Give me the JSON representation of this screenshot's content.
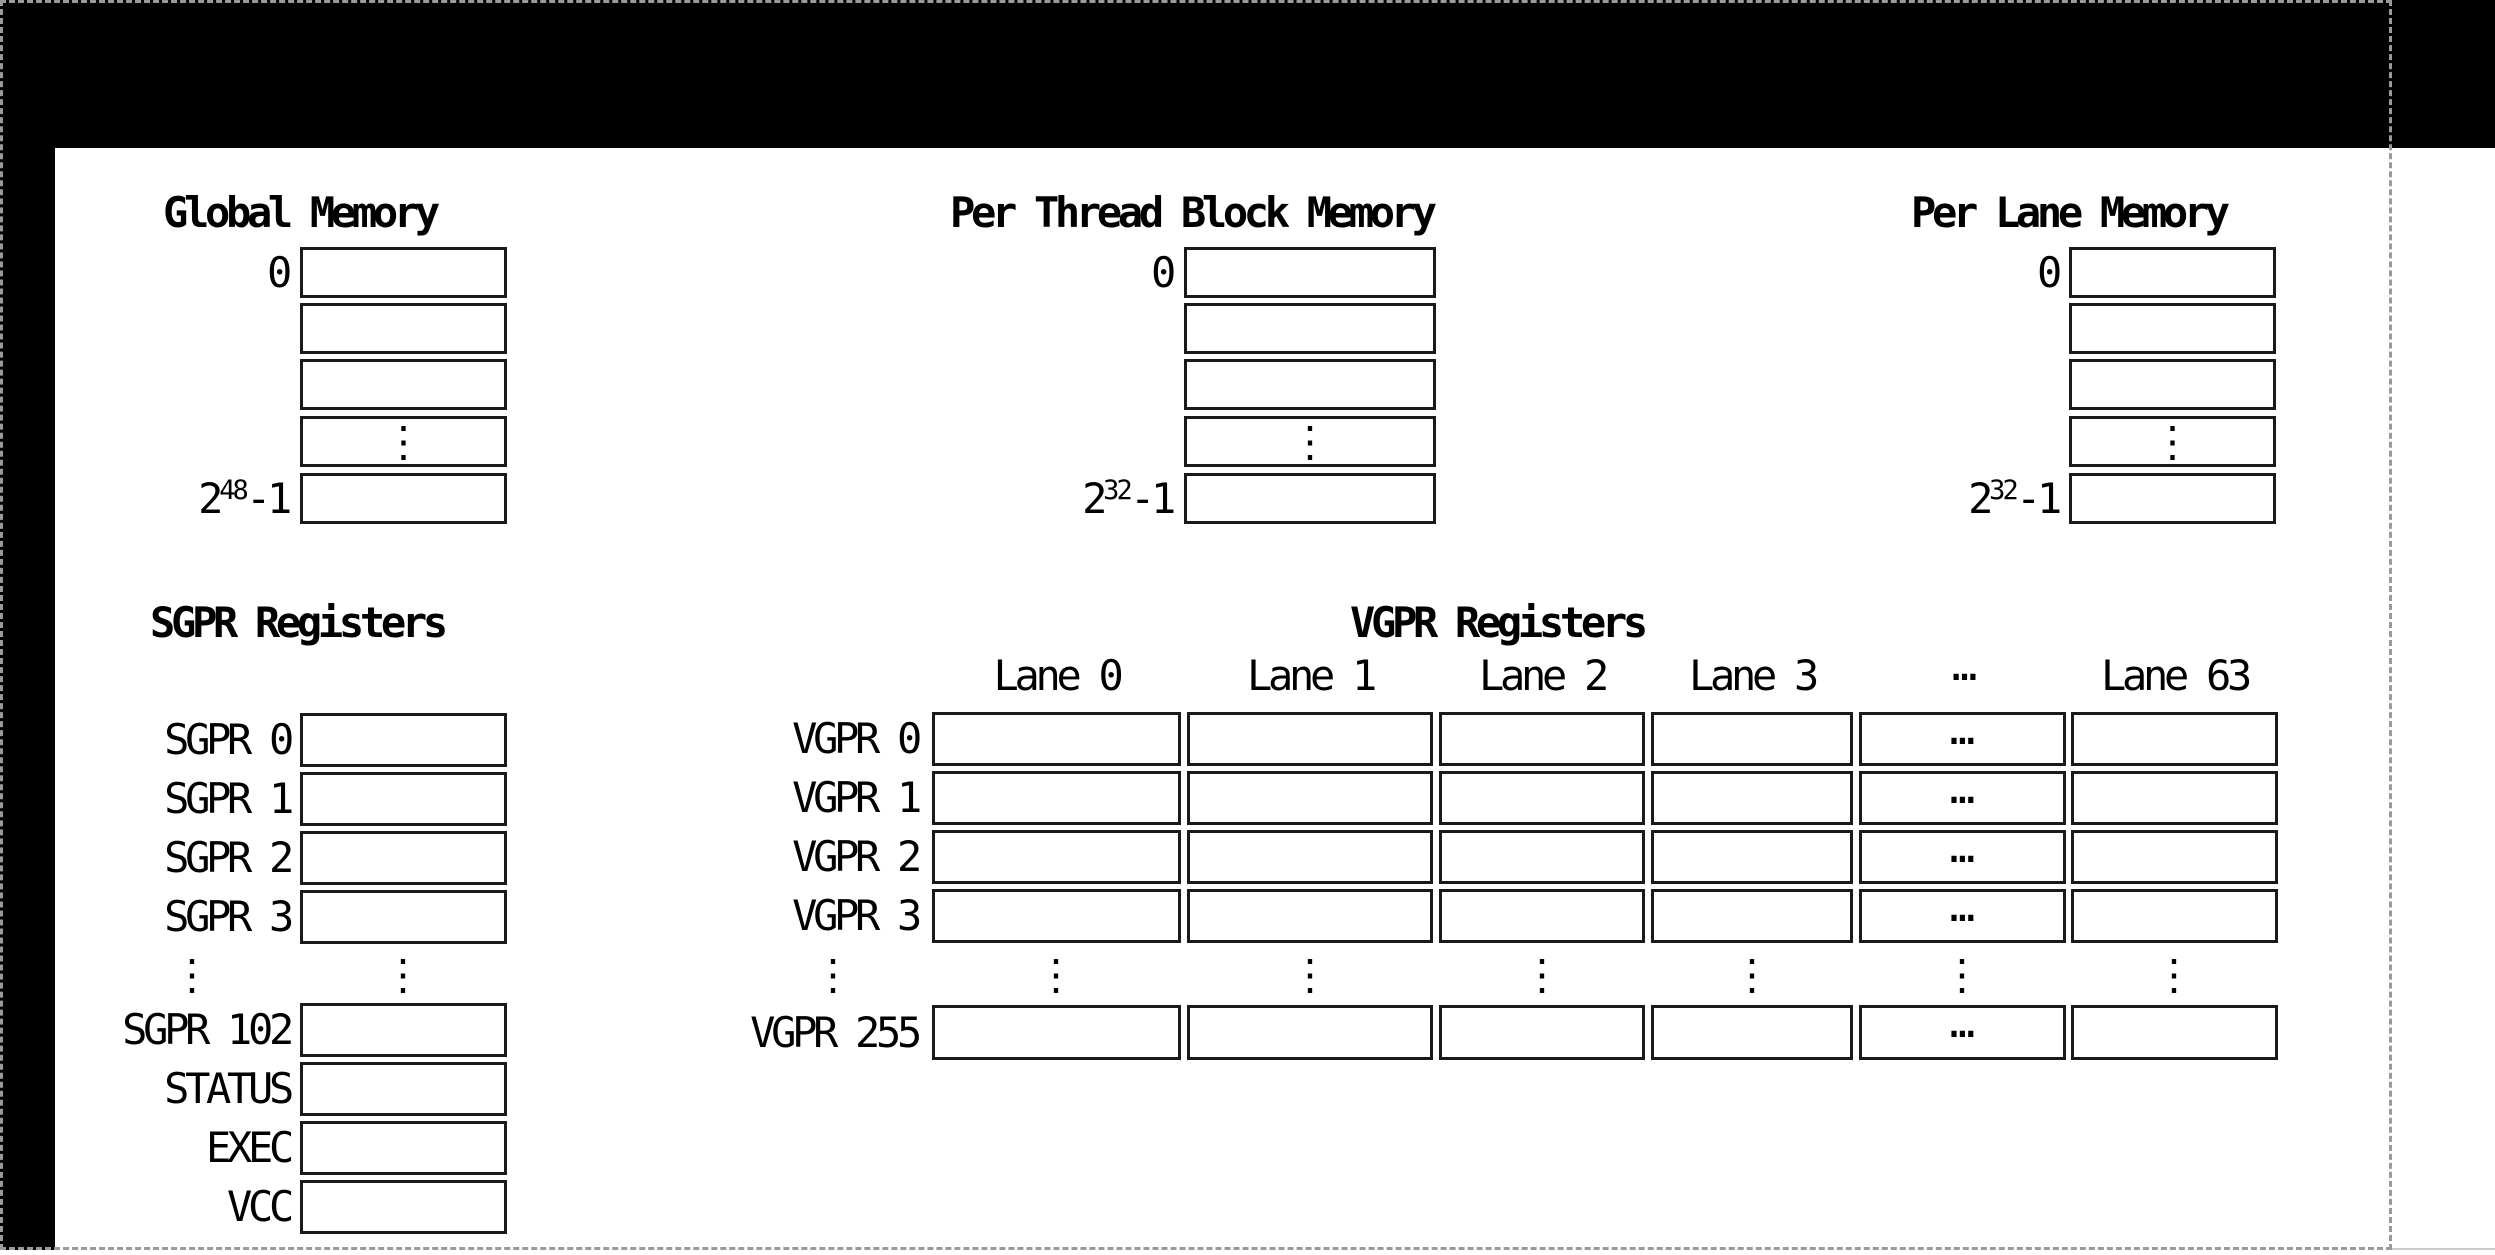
{
  "colors": {
    "background": "#ffffff",
    "top_left_bars": "#000000",
    "box_border": "#1a1a1a",
    "dashed_border": "#9a9a9a",
    "text": "#000000"
  },
  "memory_columns": [
    {
      "title": "Global Memory",
      "top_label": "0",
      "bottom_label": {
        "base": "2",
        "sup": "48",
        "tail": "-1"
      },
      "ellipsis": "⋮",
      "cell_count": 5
    },
    {
      "title": "Per Thread Block Memory",
      "top_label": "0",
      "bottom_label": {
        "base": "2",
        "sup": "32",
        "tail": "-1"
      },
      "ellipsis": "⋮",
      "cell_count": 5
    },
    {
      "title": "Per Lane Memory",
      "top_label": "0",
      "bottom_label": {
        "base": "2",
        "sup": "32",
        "tail": "-1"
      },
      "ellipsis": "⋮",
      "cell_count": 5
    }
  ],
  "sgpr": {
    "title": "SGPR Registers",
    "row_labels": [
      "SGPR 0",
      "SGPR 1",
      "SGPR 2",
      "SGPR 3",
      "SGPR 102",
      "STATUS",
      "EXEC",
      "VCC"
    ],
    "ellipsis_vertical": "⋮"
  },
  "vgpr": {
    "title": "VGPR Registers",
    "lane_headers": [
      "Lane 0",
      "Lane 1",
      "Lane 2",
      "Lane 3",
      "⋯",
      "Lane 63"
    ],
    "row_labels": [
      "VGPR 0",
      "VGPR 1",
      "VGPR 2",
      "VGPR 3",
      "VGPR 255"
    ],
    "ellipsis_horizontal": "⋯",
    "ellipsis_vertical": "⋮"
  }
}
